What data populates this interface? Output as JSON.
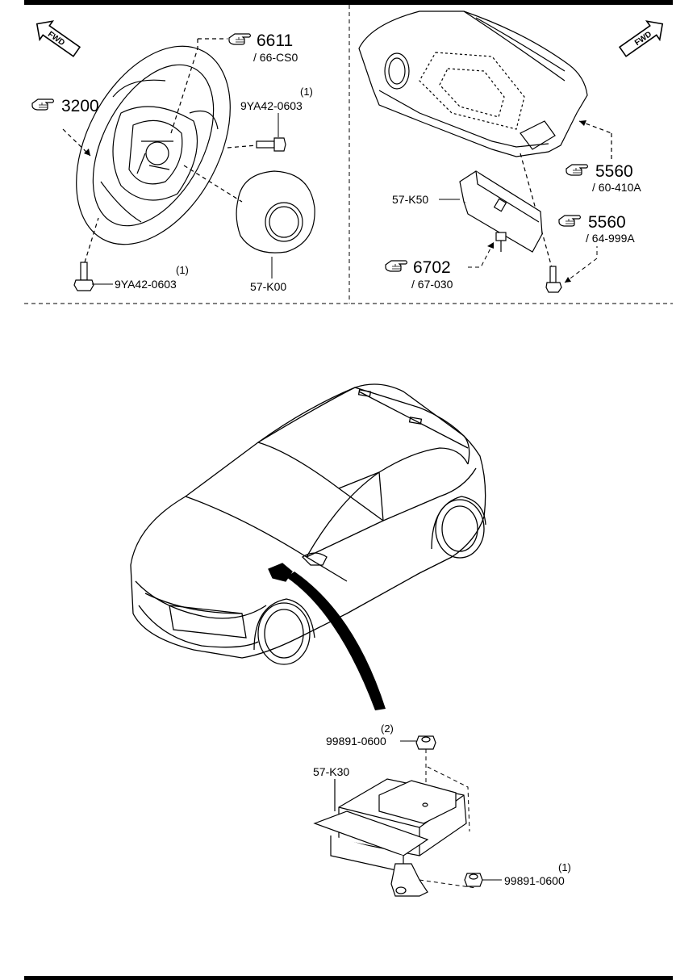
{
  "fwd_label": "FWD",
  "steering_section": {
    "ref_6611": {
      "number": "6611",
      "page": "/ 66-CS0"
    },
    "ref_3200": {
      "number": "3200"
    },
    "bolt_upper": {
      "part": "9YA42-0603",
      "qty": "(1)"
    },
    "bolt_lower": {
      "part": "9YA42-0603",
      "qty": "(1)"
    },
    "driver_airbag": {
      "part": "57-K00"
    }
  },
  "passenger_section": {
    "ref_5560_a": {
      "number": "5560",
      "page": "/ 60-410A"
    },
    "passenger_airbag": {
      "part": "57-K50"
    },
    "ref_5560_b": {
      "number": "5560",
      "page": "/ 64-999A"
    },
    "ref_6702": {
      "number": "6702",
      "page": "/ 67-030"
    }
  },
  "control_unit_section": {
    "nut_upper": {
      "part": "99891-0600",
      "qty": "(2)"
    },
    "sas_unit": {
      "part": "57-K30"
    },
    "nut_lower": {
      "part": "99891-0600",
      "qty": "(1)"
    }
  }
}
